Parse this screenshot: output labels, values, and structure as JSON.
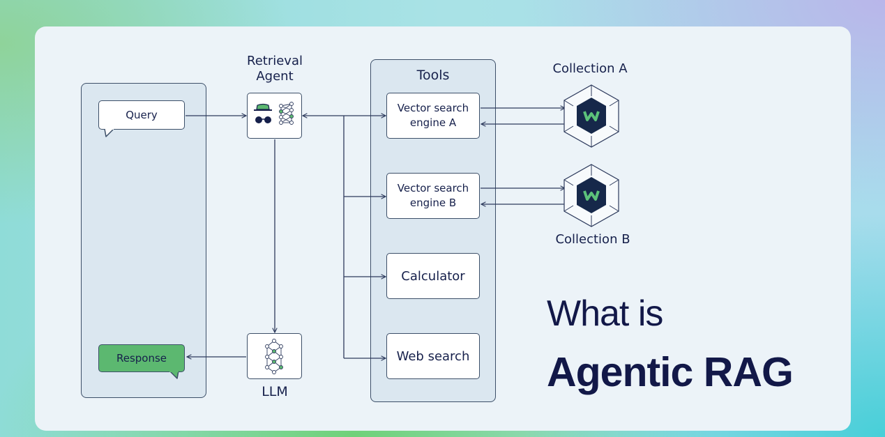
{
  "agent": {
    "label_line1": "Retrieval",
    "label_line2": "Agent"
  },
  "query": {
    "label": "Query"
  },
  "response": {
    "label": "Response"
  },
  "llm": {
    "label": "LLM"
  },
  "tools": {
    "title": "Tools",
    "items": [
      {
        "line1": "Vector search",
        "line2": "engine A"
      },
      {
        "line1": "Vector search",
        "line2": "engine B"
      },
      {
        "line1": "Calculator",
        "line2": ""
      },
      {
        "line1": "Web search",
        "line2": ""
      }
    ]
  },
  "collections": [
    {
      "label": "Collection A"
    },
    {
      "label": "Collection B"
    }
  ],
  "headline": {
    "line1": "What is",
    "line2": "Agentic RAG"
  },
  "colors": {
    "line": "#2d3a5c",
    "response_fill": "#5cb870",
    "collection_icon": "#16284a",
    "collection_mark": "#5cc27a",
    "headline": "#121848"
  },
  "icons": {
    "agent": [
      "spy-icon",
      "neural-network-icon"
    ],
    "llm": "neural-network-icon",
    "collection": "database-hexagon-icon"
  }
}
